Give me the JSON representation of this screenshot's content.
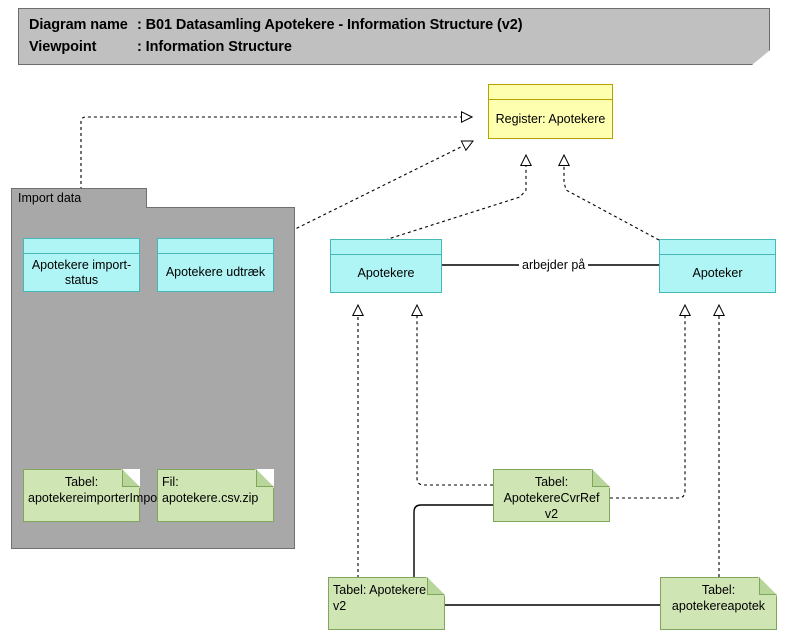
{
  "header": {
    "line1_key": "Diagram name",
    "line1_value": ": B01 Datasamling Apotekere - Information Structure (v2)",
    "line2_key": "Viewpoint",
    "line2_value": ": Information Structure"
  },
  "colors": {
    "header_fill": "#c0c0c0",
    "group_fill": "#a8a8a8",
    "data_object_fill": "#aff5f5",
    "data_object_stroke": "#46b8b8",
    "register_fill": "#ffffb0",
    "register_stroke": "#b5a100",
    "artifact_fill": "#cfe5b4",
    "artifact_stroke": "#7fa65a",
    "edge_stroke": "#000000"
  },
  "group": {
    "label": "Import data"
  },
  "nodes": {
    "register_apotekere": {
      "label": "Register: Apotekere"
    },
    "apotekere_import_status": {
      "label": "Apotekere import-status"
    },
    "apotekere_udtraek": {
      "label": "Apotekere udtræk"
    },
    "apotekere": {
      "label": "Apotekere"
    },
    "apoteker": {
      "label": "Apoteker"
    },
    "tabel_importstatus": {
      "label": "Tabel: apotekereimporterImportStatus"
    },
    "fil_csv_zip": {
      "label": "Fil: apotekere.csv.zip"
    },
    "tabel_cvrref_v2": {
      "label": "Tabel: ApotekereCvrRef v2"
    },
    "tabel_apotekere_v2": {
      "label": "Tabel: Apotekere v2"
    },
    "tabel_apotekereapotek": {
      "label": "Tabel: apotekereapotek"
    }
  },
  "edges": {
    "arbejder_paa": {
      "label": "arbejder på"
    }
  }
}
